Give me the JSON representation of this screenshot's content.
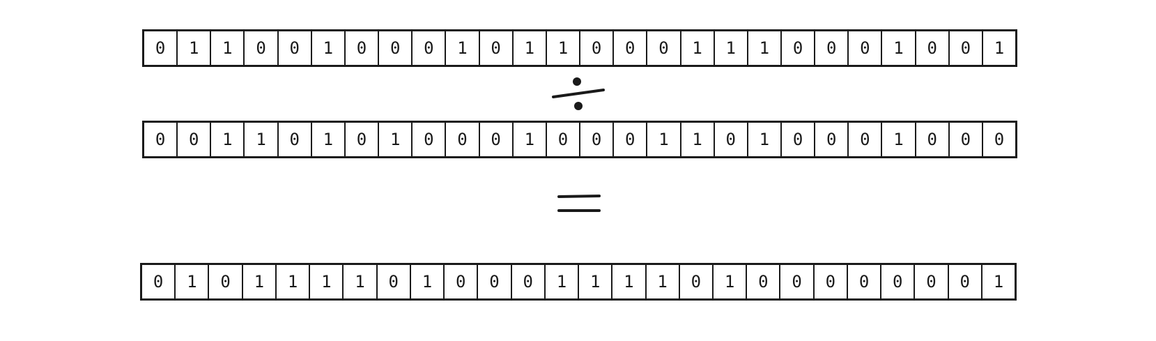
{
  "dividend_bits": [
    "0",
    "1",
    "1",
    "0",
    "0",
    "1",
    "0",
    "0",
    "0",
    "1",
    "0",
    "1",
    "1",
    "0",
    "0",
    "0",
    "1",
    "1",
    "1",
    "0",
    "0",
    "0",
    "1",
    "0",
    "0",
    "1"
  ],
  "operator_divide": "÷",
  "divisor_bits": [
    "0",
    "0",
    "1",
    "1",
    "0",
    "1",
    "0",
    "1",
    "0",
    "0",
    "0",
    "1",
    "0",
    "0",
    "0",
    "1",
    "1",
    "0",
    "1",
    "0",
    "0",
    "0",
    "1",
    "0",
    "0",
    "0"
  ],
  "operator_equals": "=",
  "quotient_bits": [
    "0",
    "1",
    "0",
    "1",
    "1",
    "1",
    "1",
    "0",
    "1",
    "0",
    "0",
    "0",
    "1",
    "1",
    "1",
    "1",
    "0",
    "1",
    "0",
    "0",
    "0",
    "0",
    "0",
    "0",
    "0",
    "1"
  ]
}
